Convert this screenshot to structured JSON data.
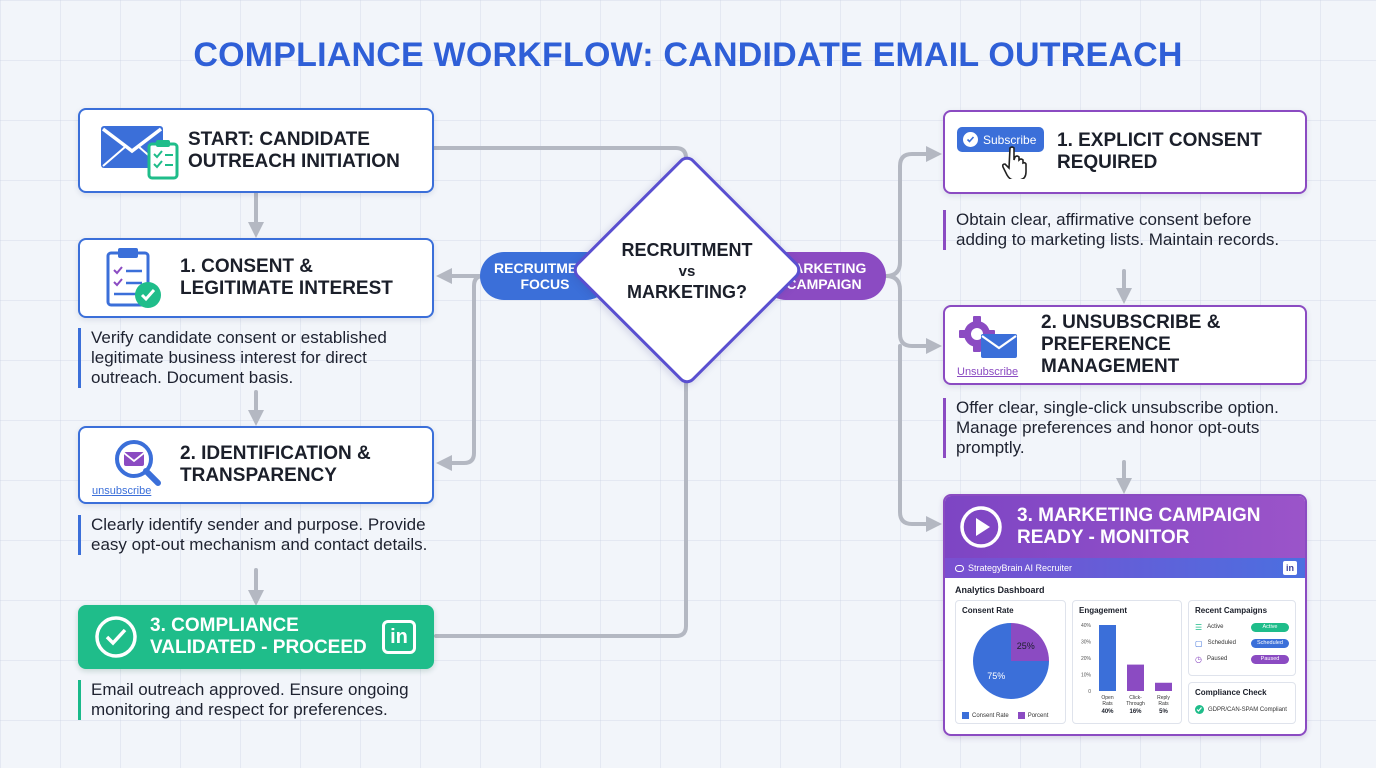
{
  "title": "COMPLIANCE WORKFLOW: CANDIDATE EMAIL OUTREACH",
  "colors": {
    "blue": "#3b6fd9",
    "purple": "#8b4bc2",
    "green": "#1fbd8a",
    "title": "#2f5fd7"
  },
  "left": {
    "start": {
      "title": "START: CANDIDATE\nOUTREACH INITIATION",
      "icon": "envelope-clipboard-icon"
    },
    "step1": {
      "title": "1. CONSENT &\nLEGITIMATE INTEREST",
      "icon": "clipboard-check-icon",
      "desc": "Verify candidate consent or established\nlegitimate business interest for direct\noutreach. Document basis."
    },
    "step2": {
      "title": "2. IDENTIFICATION &\nTRANSPARENCY",
      "icon": "magnifier-envelope-icon",
      "link": "unsubscribe",
      "desc": "Clearly identify sender and purpose. Provide\neasy opt-out mechanism and contact details."
    },
    "step3": {
      "title": "3. COMPLIANCE\nVALIDATED - PROCEED",
      "icon": "linkedin-icon",
      "icon_text": "in",
      "desc": "Email outreach approved. Ensure ongoing\nmonitoring and respect for preferences."
    }
  },
  "decision": {
    "line1": "RECRUITMENT",
    "line2": "vs",
    "line3": "MARKETING?",
    "left_pill": "RECRUITMENT\nFOCUS",
    "right_pill": "MARKETING\nCAMPAIGN"
  },
  "right": {
    "step1": {
      "title": "1. EXPLICIT CONSENT\nREQUIRED",
      "button": "Subscribe",
      "icon": "pointer-hand-icon",
      "desc": "Obtain clear, affirmative consent before\nadding to marketing lists. Maintain records."
    },
    "step2": {
      "title": "2. UNSUBSCRIBE &\nPREFERENCE MANAGEMENT",
      "icon": "gear-envelope-icon",
      "link": "Unsubscribe",
      "desc": "Offer clear, single-click unsubscribe option.\nManage preferences and honor opt-outs\npromptly."
    },
    "step3": {
      "title": "3. MARKETING CAMPAIGN\nREADY - MONITOR",
      "icon": "play-icon"
    }
  },
  "dashboard": {
    "app_name": "StrategyBrain AI Recruiter",
    "linkedin": "in",
    "heading": "Analytics Dashboard",
    "consent": {
      "title": "Consent Rate",
      "slices": [
        {
          "label": "75%",
          "value": 75
        },
        {
          "label": "25%",
          "value": 25
        }
      ],
      "legend": [
        "Consent Rate",
        "Porcent"
      ]
    },
    "engagement": {
      "title": "Engagement",
      "ticks": [
        "40%",
        "30%",
        "20%",
        "10%",
        "0"
      ],
      "bars": [
        {
          "label": "Open\nRats",
          "value": 40,
          "pct": "40%"
        },
        {
          "label": "Click-\nThrough",
          "value": 16,
          "pct": "16%"
        },
        {
          "label": "Reply\nRats",
          "value": 5,
          "pct": "5%"
        }
      ]
    },
    "campaigns": {
      "title": "Recent Campaigns",
      "rows": [
        {
          "name": "Active",
          "badge": "Active"
        },
        {
          "name": "Scheduled",
          "badge": "Scheduled"
        },
        {
          "name": "Paused",
          "badge": "Paused"
        }
      ]
    },
    "compliance": {
      "title": "Compliance Check",
      "item": "GDPR/CAN-SPAM Compliant"
    }
  }
}
